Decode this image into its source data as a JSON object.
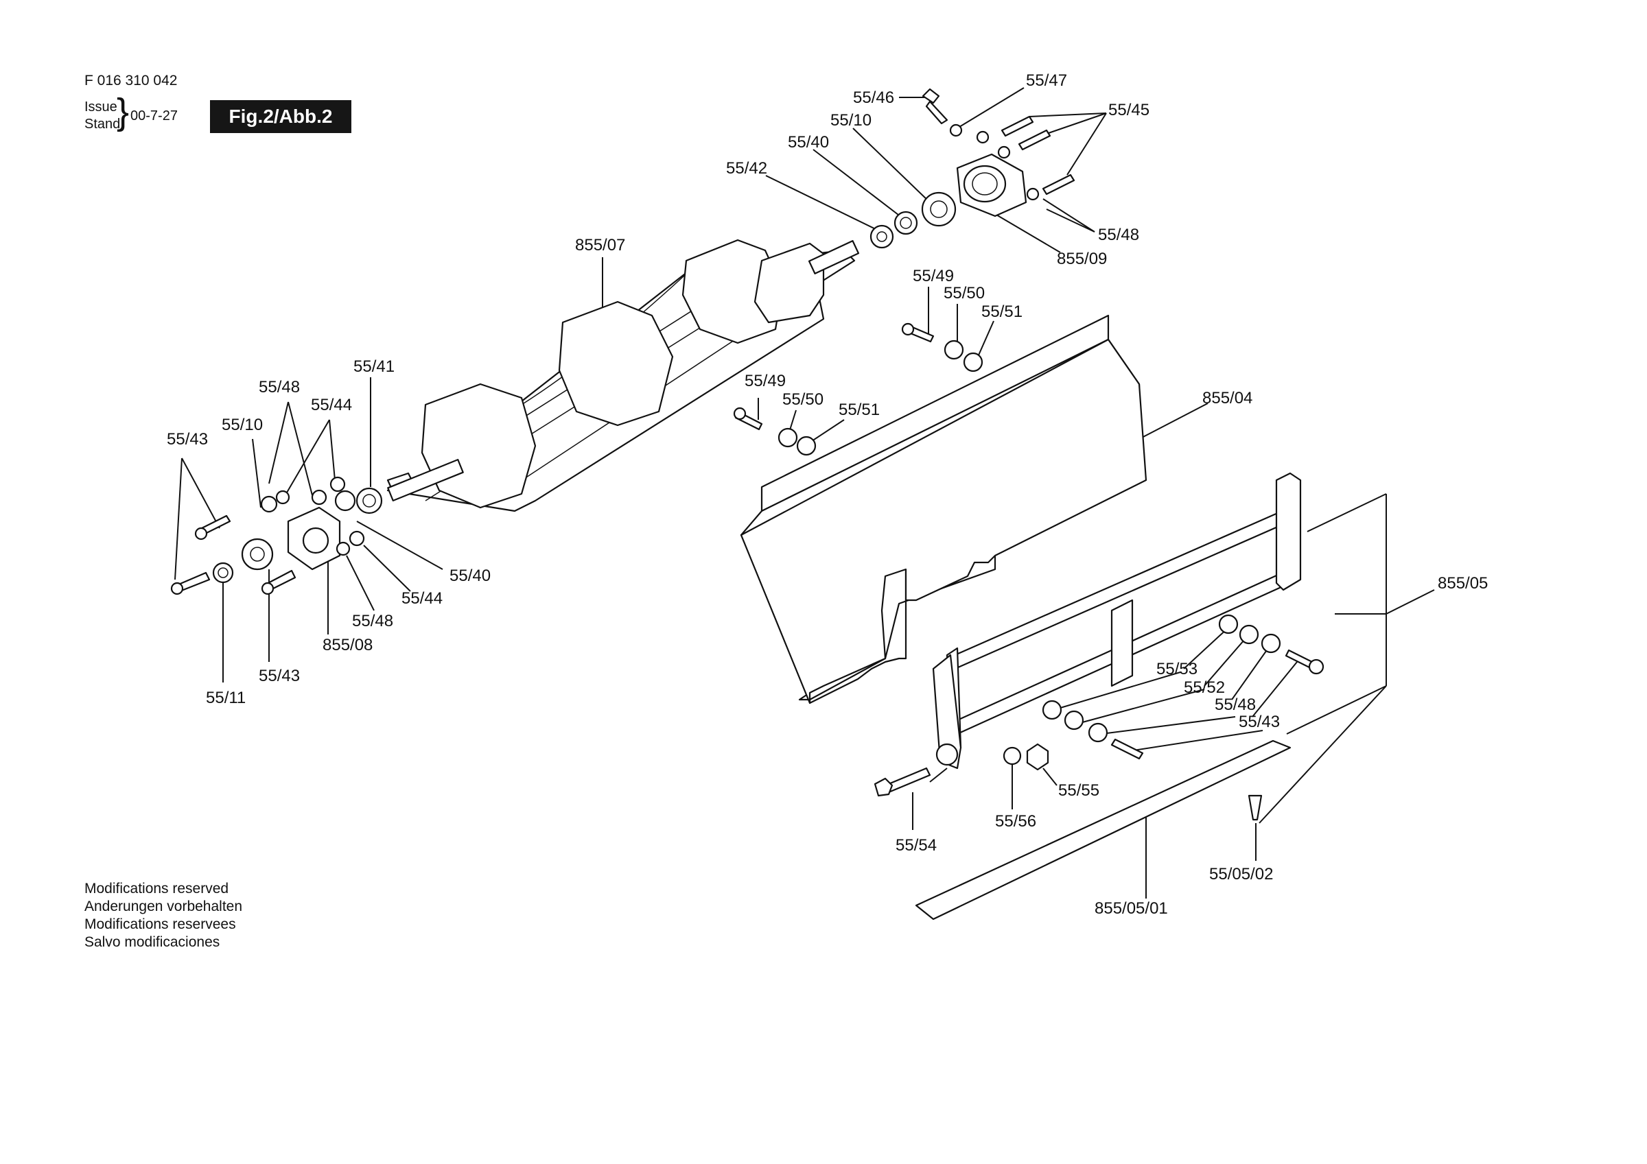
{
  "header": {
    "doc_number": "F 016 310 042",
    "issue_label_1": "Issue",
    "issue_label_2": "Stand",
    "issue_date": "00-7-27",
    "fig_label": "Fig.2/Abb.2"
  },
  "footer": {
    "lines": [
      "Modifications reserved",
      "Anderungen vorbehalten",
      "Modifications reservees",
      "Salvo modificaciones"
    ]
  },
  "part_labels": [
    "55/46",
    "55/47",
    "55/45",
    "55/10",
    "55/40",
    "55/42",
    "55/48",
    "855/09",
    "855/07",
    "55/49",
    "55/50",
    "55/51",
    "55/41",
    "55/49",
    "55/50",
    "55/51",
    "855/04",
    "55/48",
    "55/44",
    "55/10",
    "55/43",
    "55/40",
    "55/44",
    "55/48",
    "855/08",
    "55/43",
    "55/11",
    "855/05",
    "55/53",
    "55/52",
    "55/48",
    "55/43",
    "55/55",
    "55/56",
    "55/54",
    "55/05/02",
    "855/05/01"
  ]
}
